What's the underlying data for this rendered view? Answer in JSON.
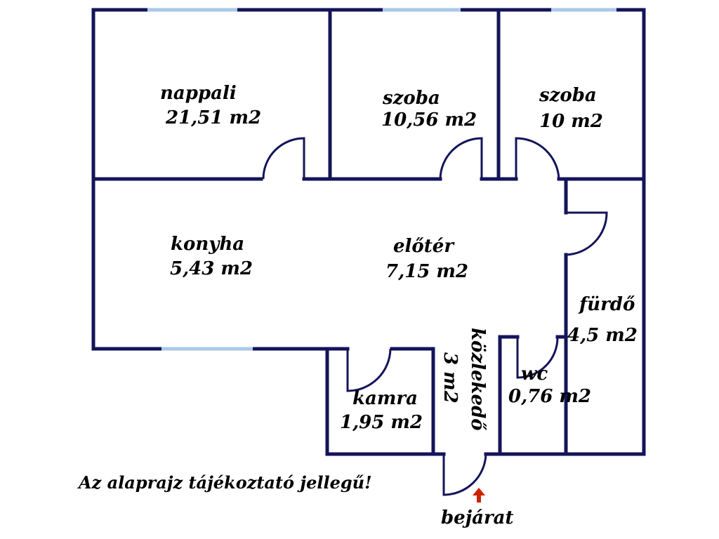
{
  "rooms": {
    "nappali": {
      "name": "nappali",
      "area": "21,51 m2"
    },
    "szoba1": {
      "name": "szoba",
      "area": "10,56 m2"
    },
    "szoba2": {
      "name": "szoba",
      "area": "10 m2"
    },
    "konyha": {
      "name": "konyha",
      "area": "5,43 m2"
    },
    "eloter": {
      "name": "előtér",
      "area": "7,15 m2"
    },
    "furdo": {
      "name": "fürdő",
      "area": "4,5 m2"
    },
    "kozlekedo": {
      "name": "közlekedő",
      "area": "3 m2"
    },
    "wc": {
      "name": "wc",
      "area": "0,76 m2"
    },
    "kamra": {
      "name": "kamra",
      "area": "1,95 m2"
    }
  },
  "note": "Az alaprajz tájékoztató jellegű!",
  "entrance": "bejárat",
  "colors": {
    "wall": "#14145a",
    "window": "#a9c9e6",
    "arrow": "#cc2200",
    "text": "#000000"
  }
}
